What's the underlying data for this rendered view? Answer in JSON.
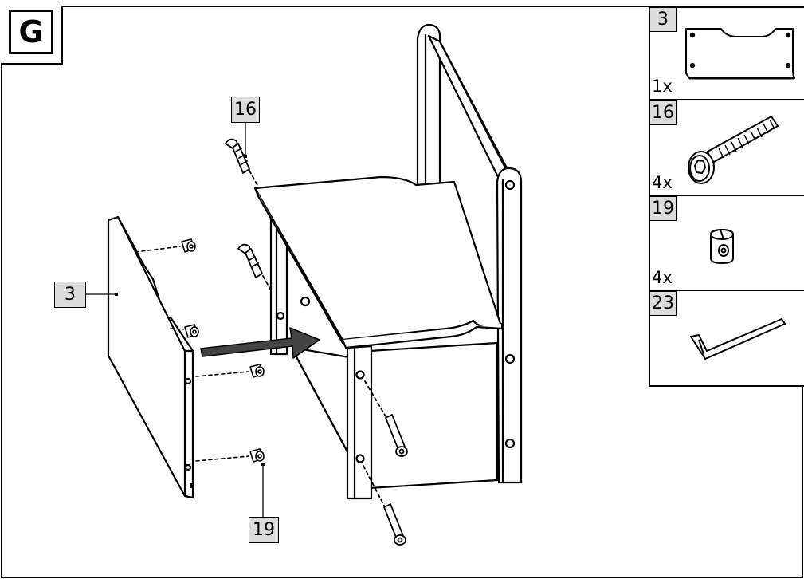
{
  "step": {
    "letter": "G"
  },
  "callouts": [
    {
      "id": "part-3",
      "label": "3"
    },
    {
      "id": "part-16",
      "label": "16"
    },
    {
      "id": "part-19",
      "label": "19"
    }
  ],
  "parts_legend": [
    {
      "part": "3",
      "quantity": "1x",
      "icon": "side-panel-icon"
    },
    {
      "part": "16",
      "quantity": "4x",
      "icon": "bolt-icon"
    },
    {
      "part": "19",
      "quantity": "4x",
      "icon": "barrel-nut-icon"
    },
    {
      "part": "23",
      "quantity": "",
      "icon": "allen-key-icon"
    }
  ],
  "colors": {
    "line": "#000000",
    "label_fill": "#dcdcdc",
    "background": "#ffffff"
  }
}
